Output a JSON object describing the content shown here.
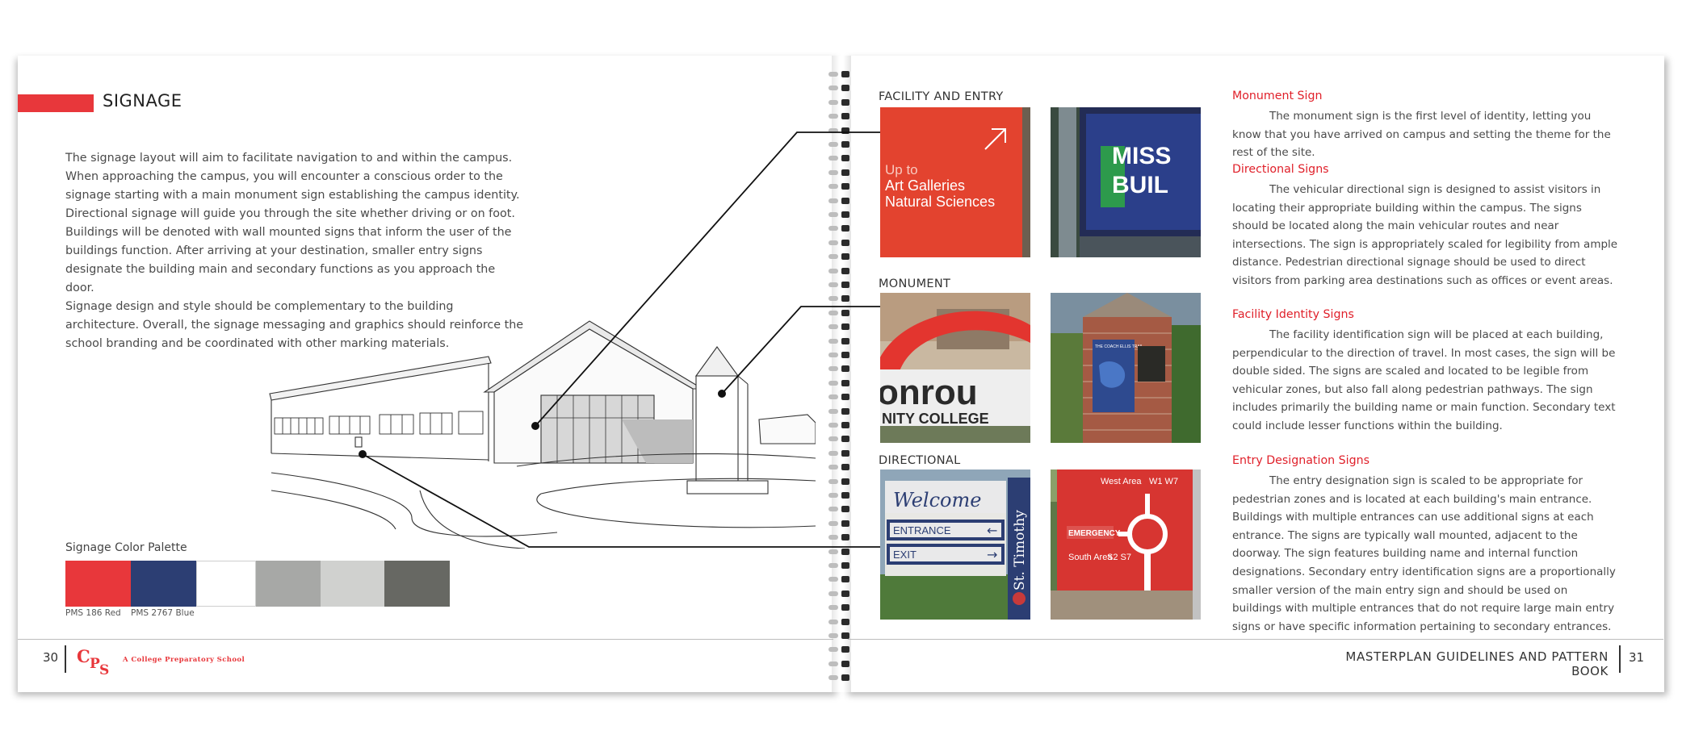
{
  "left_page": {
    "section_title": "SIGNAGE",
    "paragraphs": [
      "The signage layout will aim to facilitate navigation to and within the campus. When approaching the campus, you will encounter a conscious order to the signage starting with a main monument sign establishing the campus identity. Directional signage will guide you through the site whether driving or on foot.   Buildings will be denoted with wall mounted signs that inform the user of the buildings function.  After arriving at your destination, smaller entry signs designate the building main and secondary functions as you approach the door.",
      "Signage design and style should be complementary to the building architecture.  Overall, the signage messaging and graphics should reinforce the school branding and be coordinated with other marking materials."
    ],
    "palette_title": "Signage Color Palette",
    "palette": [
      {
        "color": "#e8373b",
        "caption": "PMS 186 Red"
      },
      {
        "color": "#2c3e73",
        "caption": "PMS 2767 Blue"
      },
      {
        "color": "#ffffff",
        "caption": ""
      },
      {
        "color": "#a7a8a6",
        "caption": ""
      },
      {
        "color": "#d0d1cf",
        "caption": ""
      },
      {
        "color": "#676863",
        "caption": ""
      }
    ],
    "page_number": "30",
    "logo_letters": "CPS",
    "tagline": "A College Preparatory School"
  },
  "right_page": {
    "photo_sections": [
      {
        "label": "FACILITY AND ENTRY",
        "sign_text": [
          "Up to",
          "Art Galleries",
          "Natural Sciences"
        ],
        "building_text": [
          "MISS",
          "BUIL"
        ]
      },
      {
        "label": "MONUMENT",
        "sign_text": [
          "onrou",
          "NITY COLLEGE"
        ],
        "plaque_text": "THE COACH ELLIS TRAIL"
      },
      {
        "label": "DIRECTIONAL",
        "sign_text": [
          "Welcome",
          "ENTRANCE",
          "EXIT",
          "St. Timothy"
        ],
        "emergency_text": [
          "West Area",
          "W1 W7",
          "EMERGENCY",
          "South Area",
          "S2 S7"
        ]
      }
    ],
    "descriptions": [
      {
        "heading": "Monument Sign",
        "text": "The monument sign is the first level of identity, letting you know that you have arrived on campus and setting the theme for the rest of the site."
      },
      {
        "heading": "Directional Signs",
        "text": "The vehicular directional sign is designed to assist visitors in locating their appropriate building within the campus. The signs should be located along the main vehicular routes and near intersections.  The sign is appropriately scaled for legibility from ample distance.  Pedestrian directional signage should be used to direct visitors from parking area destinations such as offices or event areas."
      },
      {
        "heading": "Facility Identity Signs",
        "text": "The facility identification sign will be placed at each building, perpendicular to the direction of travel. In most cases, the sign will be double sided.  The signs are scaled and located to be legible from vehicular zones, but also fall along pedestrian pathways.  The sign includes primarily the building name or main function.  Secondary text could include lesser functions within the building."
      },
      {
        "heading": "Entry Designation Signs",
        "text": "The entry designation sign is scaled to be appropriate for pedestrian zones and is located at each building's main entrance. Buildings with multiple entrances can use additional signs at each entrance. The signs are typically wall mounted, adjacent to the doorway. The sign features building name and internal function designations. Secondary entry identification signs are a proportionally smaller version of the main entry sign and should be used on buildings with multiple entrances that do not require large main entry signs or have specific information pertaining to secondary entrances."
      }
    ],
    "footer_title": "MASTERPLAN GUIDELINES AND PATTERN BOOK",
    "page_number": "31"
  },
  "colors": {
    "accent_red": "#e8373b",
    "heading_red": "#e0202a",
    "brand_blue": "#2c3e73"
  }
}
